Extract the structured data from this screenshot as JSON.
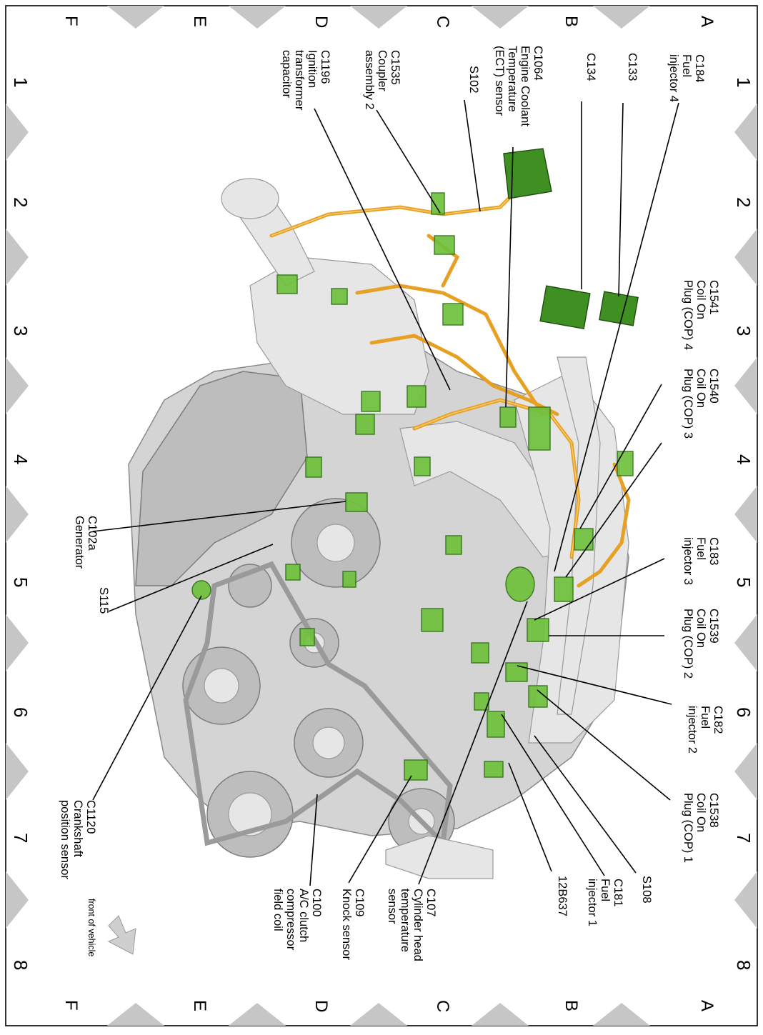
{
  "grid": {
    "letters": [
      "A",
      "B",
      "C",
      "D",
      "E",
      "F"
    ],
    "numbers": [
      "1",
      "2",
      "3",
      "4",
      "5",
      "6",
      "7",
      "8"
    ]
  },
  "callouts": [
    {
      "id": "c184",
      "lines": [
        "C184",
        "Fuel",
        "injector 4"
      ]
    },
    {
      "id": "c133",
      "lines": [
        "C133"
      ]
    },
    {
      "id": "c134",
      "lines": [
        "C134"
      ]
    },
    {
      "id": "c1064",
      "lines": [
        "C1064",
        "Engine Coolant",
        "Temperature",
        "(ECT) sensor"
      ]
    },
    {
      "id": "s102",
      "lines": [
        "S102"
      ]
    },
    {
      "id": "c1535",
      "lines": [
        "C1535",
        "Coupler",
        "assembly 2"
      ]
    },
    {
      "id": "c1196",
      "lines": [
        "C1196",
        "Ignition",
        "transformer",
        "capacitor"
      ]
    },
    {
      "id": "c1541",
      "lines": [
        "C1541",
        "Coil On",
        "Plug (COP) 4"
      ]
    },
    {
      "id": "c1540",
      "lines": [
        "C1540",
        "Coil On",
        "Plug (COP) 3"
      ]
    },
    {
      "id": "c183",
      "lines": [
        "C183",
        "Fuel",
        "injector 3"
      ]
    },
    {
      "id": "c1539",
      "lines": [
        "C1539",
        "Coil On",
        "Plug (COP) 2"
      ]
    },
    {
      "id": "c182",
      "lines": [
        "C182",
        "Fuel",
        "injector 2"
      ]
    },
    {
      "id": "c1538",
      "lines": [
        "C1538",
        "Coil On",
        "Plug (COP) 1"
      ]
    },
    {
      "id": "s108",
      "lines": [
        "S108"
      ]
    },
    {
      "id": "c181",
      "lines": [
        "C181",
        "Fuel",
        "injector 1"
      ]
    },
    {
      "id": "12b637",
      "lines": [
        "12B637"
      ]
    },
    {
      "id": "c107",
      "lines": [
        "C107",
        "Cylinder head",
        "temperature",
        "sensor"
      ]
    },
    {
      "id": "c109",
      "lines": [
        "C109",
        "Knock sensor"
      ]
    },
    {
      "id": "c100",
      "lines": [
        "C100",
        "A/C clutch",
        "compressor",
        "field coil"
      ]
    },
    {
      "id": "c1120",
      "lines": [
        "C1120",
        "Crankshaft",
        "position sensor"
      ]
    },
    {
      "id": "s115",
      "lines": [
        "S115"
      ]
    },
    {
      "id": "c102a",
      "lines": [
        "C102a",
        "Generator"
      ]
    }
  ],
  "orientation_label": "front of vehicle",
  "colors": {
    "connector": "#6fc13c",
    "harness": "#e6a024",
    "engine": "#d4d4d4",
    "border_triangle": "#c6c6c6"
  }
}
